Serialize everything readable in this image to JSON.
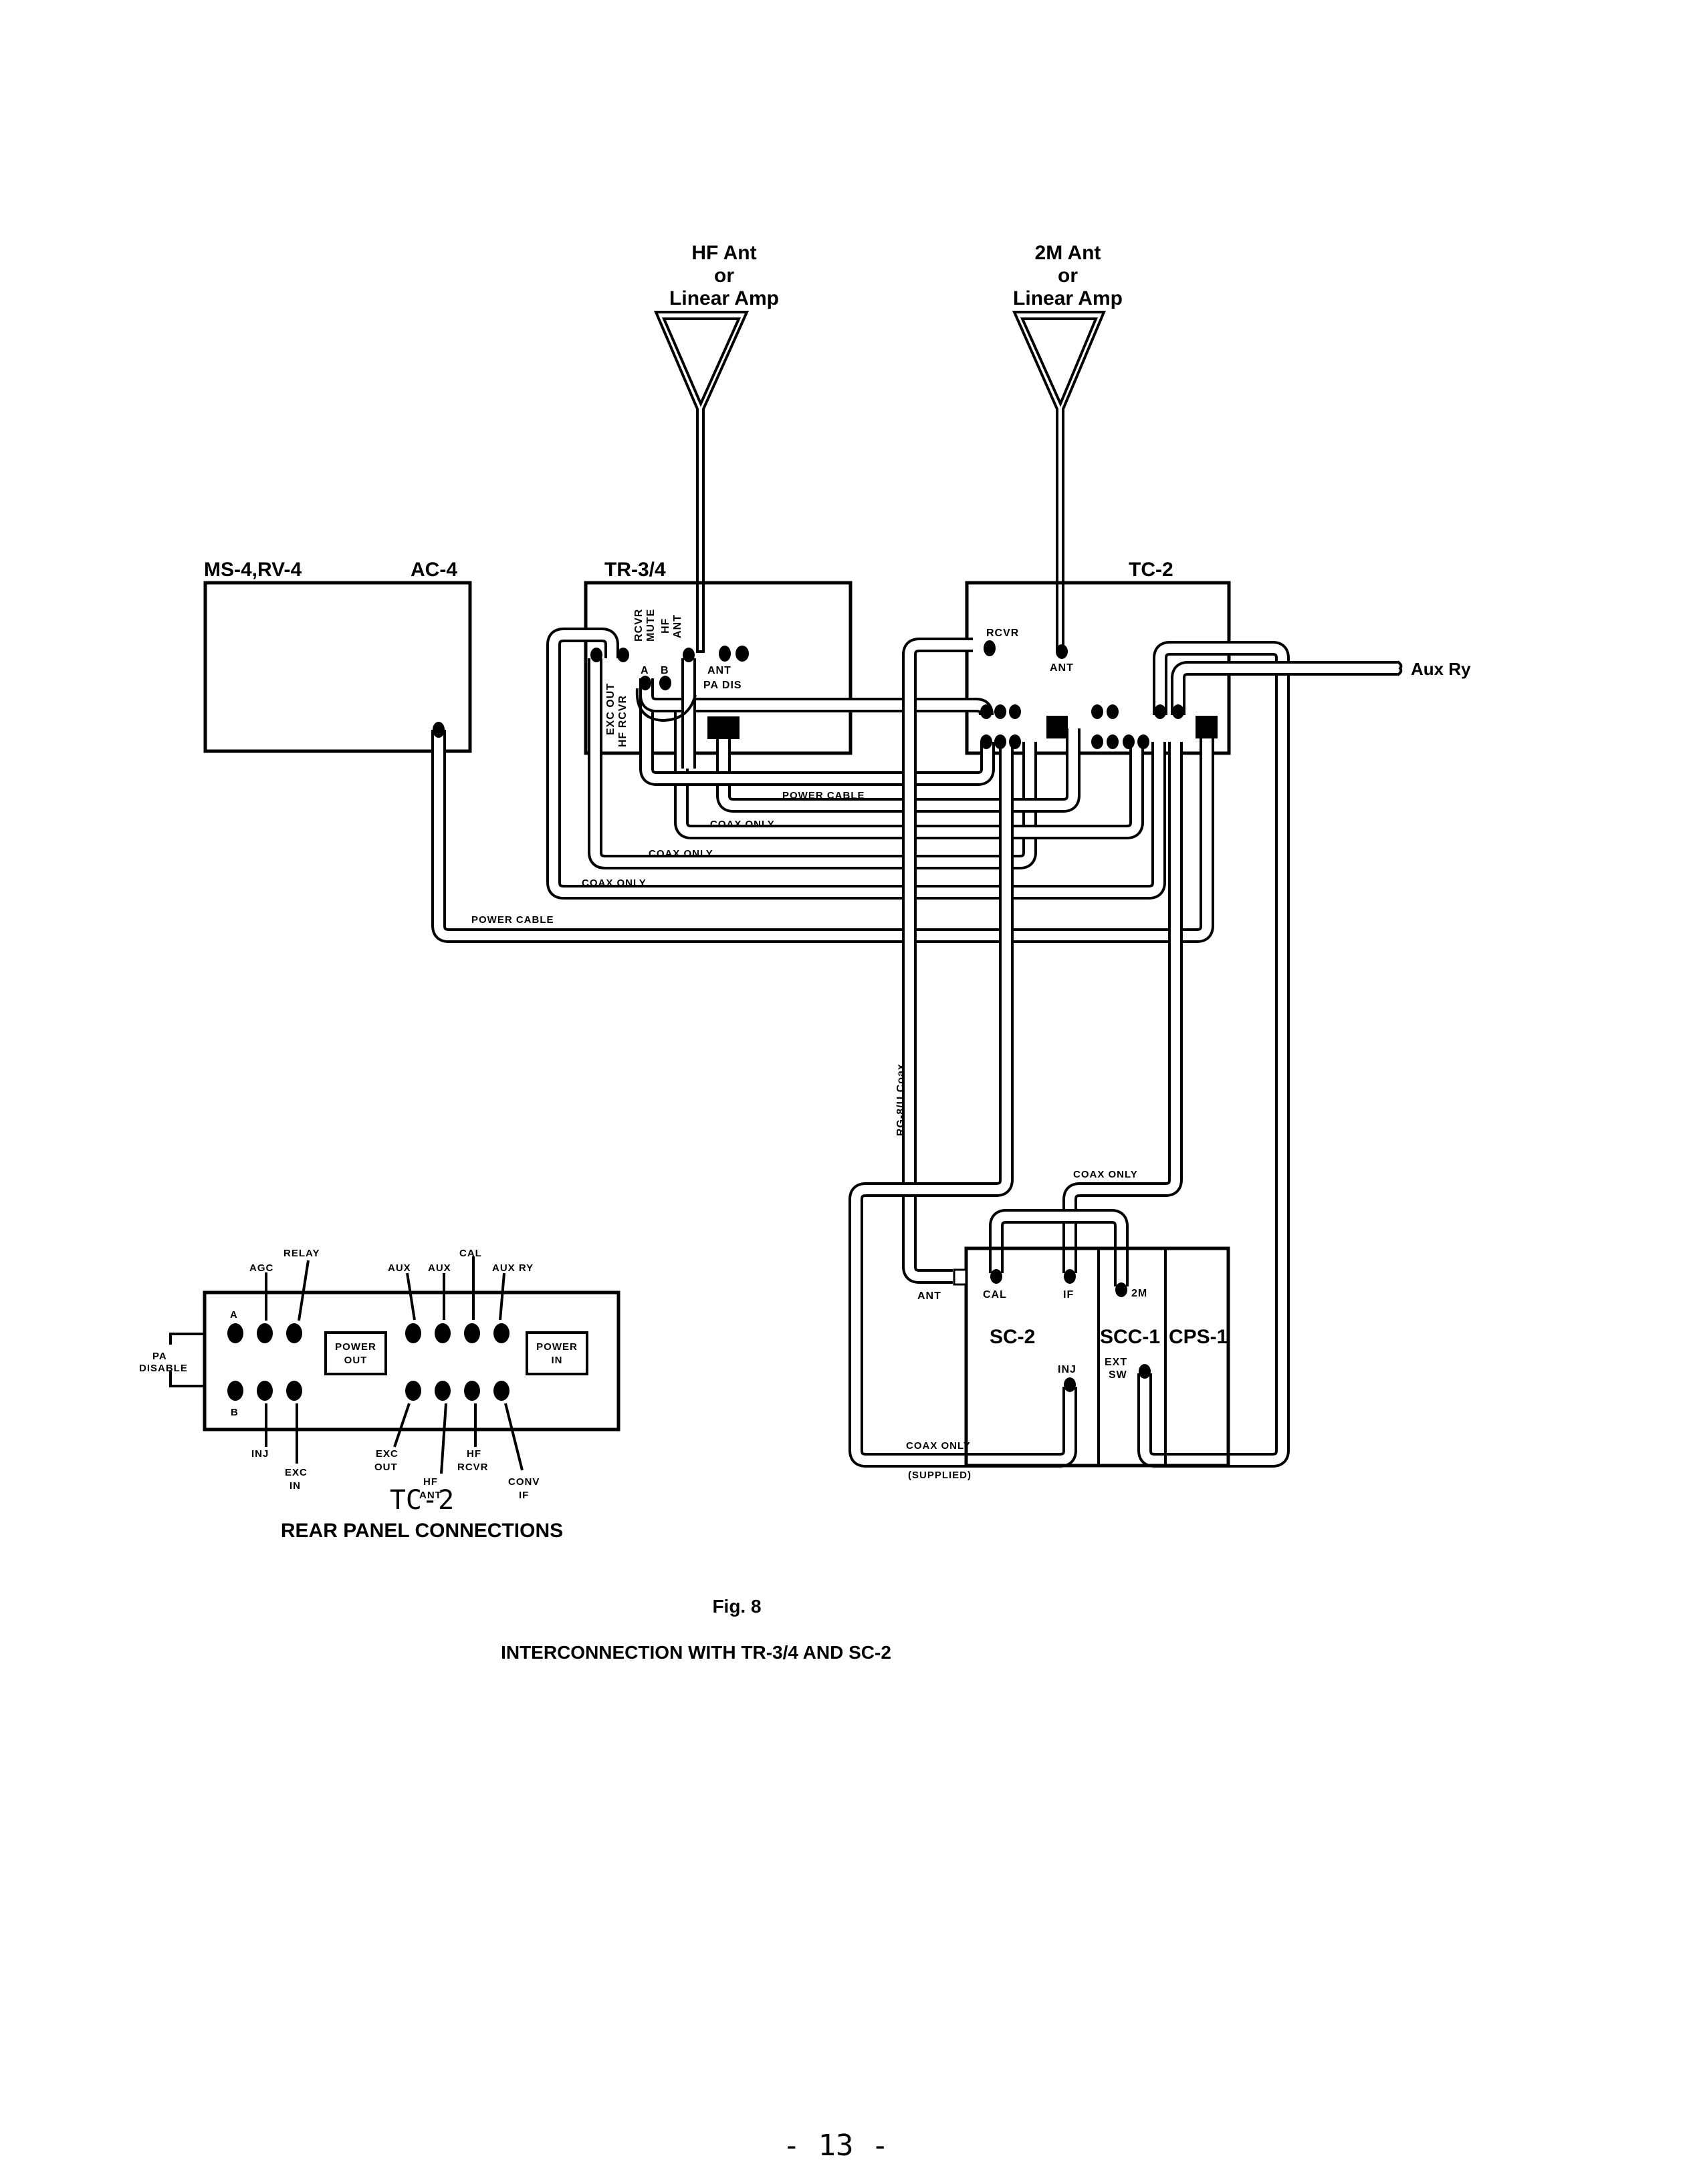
{
  "figure": {
    "number": "Fig. 8",
    "caption": "INTERCONNECTION WITH TR-3/4 AND SC-2",
    "page_number": "- 13 -"
  },
  "antennas": [
    {
      "line1": "HF Ant",
      "line2": "or",
      "line3": "Linear Amp"
    },
    {
      "line1": "2M Ant",
      "line2": "or",
      "line3": "Linear Amp"
    }
  ],
  "units": {
    "ms4": "MS-4,RV-4",
    "ac4": "AC-4",
    "tr34": "TR-3/4",
    "tc2": "TC-2",
    "sc2": "SC-2",
    "scc1": "SCC-1",
    "cps1": "CPS-1"
  },
  "tr34_labels": {
    "rcvr_mute_1": "RCVR",
    "rcvr_mute_2": "MUTE",
    "hf_ant_1": "HF",
    "hf_ant_2": "ANT",
    "exc_out": "EXC OUT",
    "hf_rcvr": "HF RCVR",
    "a": "A",
    "b": "B",
    "ant": "ANT",
    "pa_dis": "PA DIS"
  },
  "tc2_labels": {
    "rcvr": "RCVR",
    "ant": "ANT",
    "aux_ry": "Aux Ry"
  },
  "cable_labels": {
    "power_cable_1": "POWER CABLE",
    "coax_only_1": "COAX ONLY",
    "coax_only_2": "COAX ONLY",
    "coax_only_3": "COAX ONLY",
    "power_cable_2": "POWER CABLE",
    "rg8": "RG-8/U Coax",
    "coax_only_sc": "COAX ONLY",
    "coax_only_supplied": "COAX ONLY",
    "supplied": "(SUPPLIED)"
  },
  "sc2_labels": {
    "ant": "ANT",
    "cal": "CAL",
    "if": "IF",
    "two_m": "2M",
    "inj": "INJ",
    "ext_sw_1": "EXT",
    "ext_sw_2": "SW"
  },
  "rear_panel": {
    "title": "TC-2",
    "subtitle": "REAR PANEL CONNECTIONS",
    "top_labels": {
      "relay": "RELAY",
      "agc": "AGC",
      "aux1": "AUX",
      "aux2": "AUX",
      "cal": "CAL",
      "aux_ry": "AUX RY",
      "a": "A"
    },
    "bottom_labels": {
      "b": "B",
      "inj": "INJ",
      "exc_in_1": "EXC",
      "exc_in_2": "IN",
      "exc_out_1": "EXC",
      "exc_out_2": "OUT",
      "hf_ant_1": "HF",
      "hf_ant_2": "ANT",
      "hf_rcvr_1": "HF",
      "hf_rcvr_2": "RCVR",
      "conv_if_1": "CONV",
      "conv_if_2": "IF"
    },
    "pa_disable_1": "PA",
    "pa_disable_2": "DISABLE",
    "power_out_1": "POWER",
    "power_out_2": "OUT",
    "power_in_1": "POWER",
    "power_in_2": "IN"
  }
}
